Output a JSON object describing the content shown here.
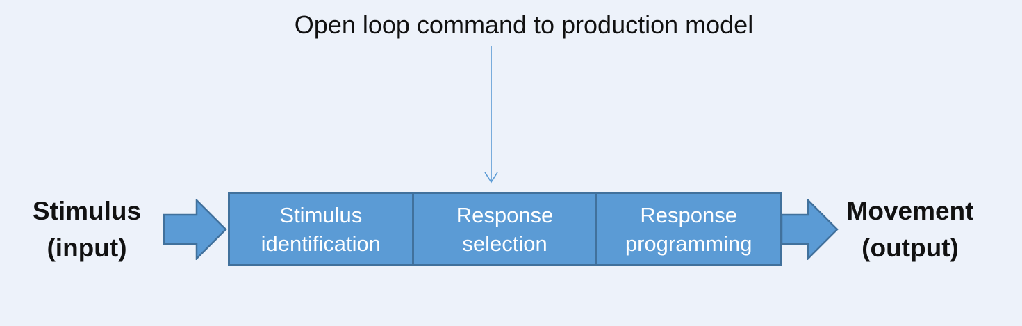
{
  "title": "Open loop command to production model",
  "input_label": {
    "line1": "Stimulus",
    "line2": "(input)"
  },
  "output_label": {
    "line1": "Movement",
    "line2": "(output)"
  },
  "stages": [
    {
      "line1": "Stimulus",
      "line2": "identification"
    },
    {
      "line1": "Response",
      "line2": "selection"
    },
    {
      "line1": "Response",
      "line2": "programming"
    }
  ],
  "icons": {
    "down_arrow": "arrow-down-connector",
    "input_arrow": "block-arrow-right",
    "output_arrow": "block-arrow-right"
  },
  "colors": {
    "background": "#edf2fa",
    "box_fill": "#5b9bd5",
    "box_border": "#41719c",
    "connector": "#5b9bd5",
    "box_text": "#ffffff",
    "label_text": "#111111"
  }
}
